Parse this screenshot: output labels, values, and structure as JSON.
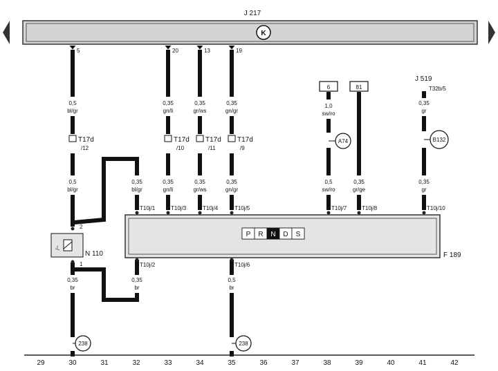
{
  "components": {
    "j217": "J 217",
    "j217_symbol": "K",
    "f189": "F 189",
    "n110": "N 110",
    "j519": "J 519",
    "t32b": "T32b/5",
    "a74": "A74",
    "b132": "B132",
    "box6": "6",
    "box81": "81",
    "earth1": "238",
    "earth2": "238"
  },
  "gear_selector": [
    "P",
    "R",
    "N",
    "D",
    "S"
  ],
  "gear_active": "N",
  "pins_top": {
    "w1": "5",
    "w2": "20",
    "w3": "13",
    "w4": "19"
  },
  "wires": {
    "w1_upper_gauge": "0,5",
    "w1_upper_color": "bl/gr",
    "w1_lower_gauge": "0,5",
    "w1_lower_color": "bl/gr",
    "w2_upper_gauge": "0,35",
    "w2_upper_color": "gn/li",
    "w2_lower_gauge": "0,35",
    "w2_lower_color": "gn/li",
    "w3_upper_gauge": "0,35",
    "w3_upper_color": "gr/ws",
    "w3_lower_gauge": "0,35",
    "w3_lower_color": "gr/ws",
    "w4_upper_gauge": "0,35",
    "w4_upper_color": "gn/gr",
    "w4_lower_gauge": "0,35",
    "w4_lower_color": "gn/gr",
    "w5_lower_gauge": "0,35",
    "w5_lower_color": "bl/gr",
    "w6_upper_gauge": "1,0",
    "w6_upper_color": "sw/ro",
    "w6_lower_gauge": "0,5",
    "w6_lower_color": "sw/ro",
    "w7_lower_gauge": "0,35",
    "w7_lower_color": "gr/ge",
    "w8_upper_gauge": "0,35",
    "w8_upper_color": "gr",
    "w8_lower_gauge": "0,35",
    "w8_lower_color": "gr",
    "b1_gauge": "0,35",
    "b1_color": "br",
    "b2_gauge": "0,35",
    "b2_color": "br",
    "b3_gauge": "0,5",
    "b3_color": "br"
  },
  "connectors_t17d": [
    {
      "label": "T17d",
      "pin": "/12"
    },
    {
      "label": "T17d",
      "pin": "/10"
    },
    {
      "label": "T17d",
      "pin": "/11"
    },
    {
      "label": "T17d",
      "pin": "/9"
    }
  ],
  "f189_pins_top": [
    "T10j/1",
    "T10j/3",
    "T10j/4",
    "T10j/5",
    "T10j/7",
    "T10j/8",
    "T10j/10"
  ],
  "f189_pins_bottom": [
    "T10j/2",
    "T10j/6"
  ],
  "n110_pins": [
    "2",
    "1"
  ],
  "grid_numbers": [
    "29",
    "30",
    "31",
    "32",
    "33",
    "34",
    "35",
    "36",
    "37",
    "38",
    "39",
    "40",
    "41",
    "42"
  ]
}
